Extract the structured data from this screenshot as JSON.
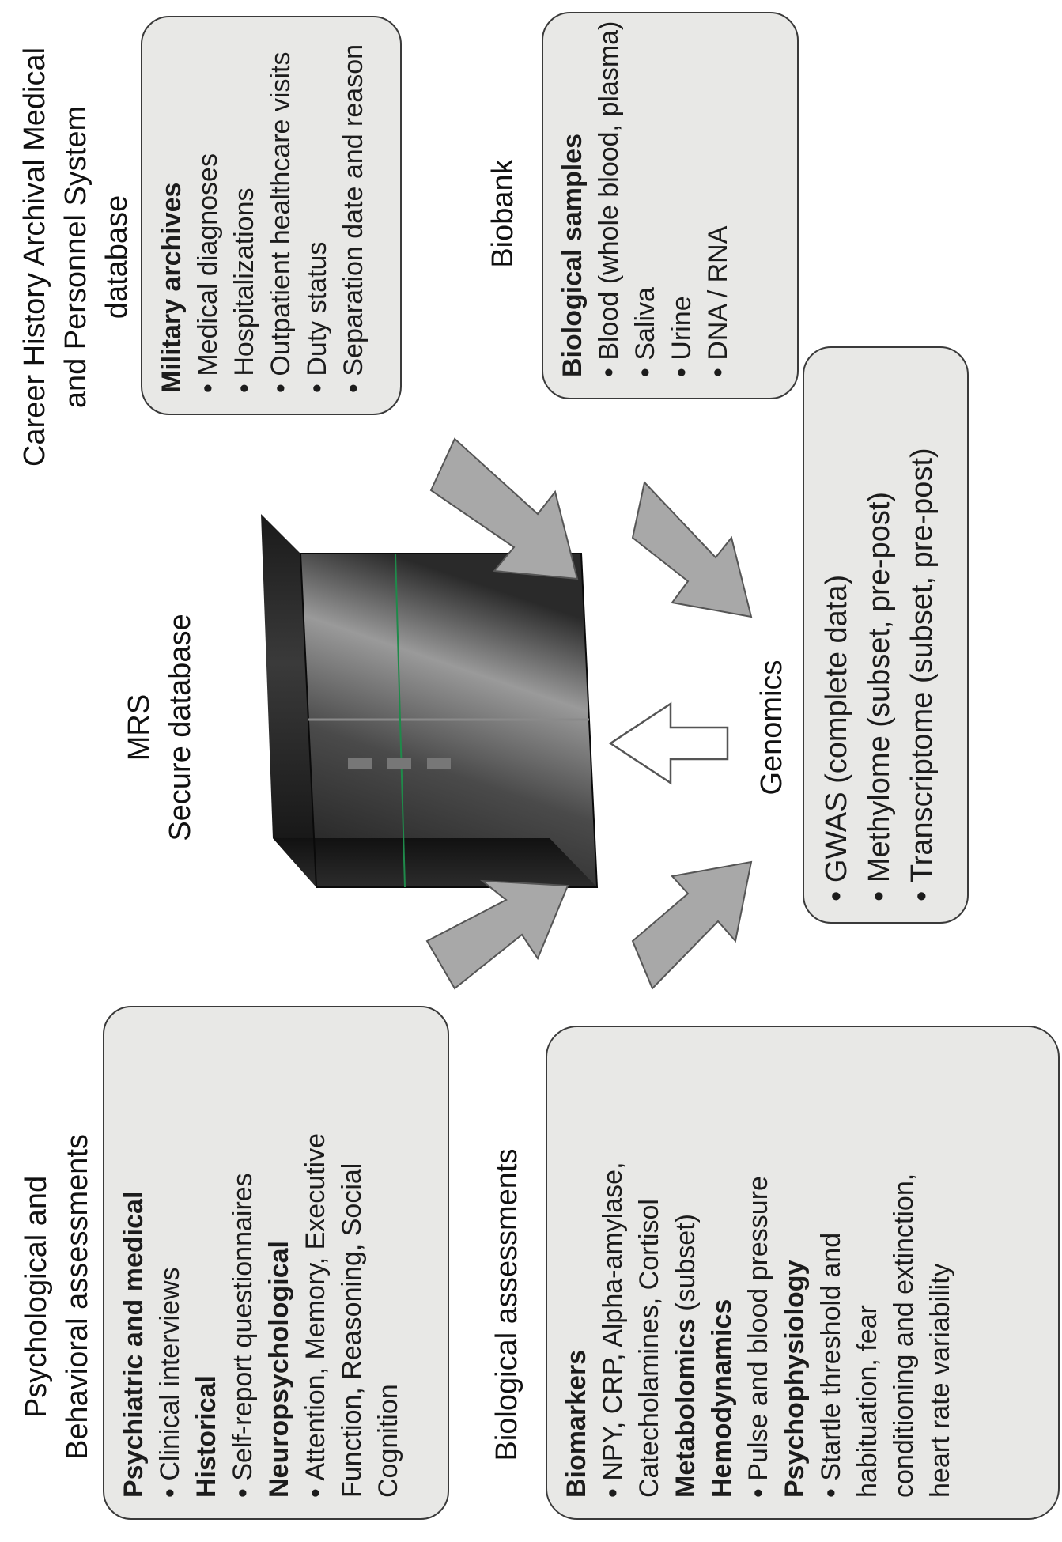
{
  "center": {
    "title": "MRS",
    "subtitle": "Secure database"
  },
  "psych": {
    "heading_line1": "Psychological and",
    "heading_line2": "Behavioral assessments",
    "groups": [
      {
        "title": "Psychiatric and medical",
        "items": [
          "Clinical interviews"
        ]
      },
      {
        "title": "Historical",
        "items": [
          "Self-report questionnaires"
        ]
      },
      {
        "title": "Neuropsychological",
        "items": [
          "Attention, Memory, Executive"
        ],
        "continuation": [
          "Function, Reasoning, Social",
          "Cognition"
        ]
      }
    ]
  },
  "career": {
    "heading_line1": "Career History Archival Medical",
    "heading_line2": "and Personnel System",
    "heading_line3": "database",
    "group_title": "Military archives",
    "items": [
      "Medical diagnoses",
      "Hospitalizations",
      "Outpatient healthcare visits",
      "Duty status",
      "Separation date and reason"
    ]
  },
  "biobank": {
    "heading": "Biobank",
    "group_title": "Biological samples",
    "items": [
      "Blood (whole blood, plasma)",
      "Saliva",
      "Urine",
      "DNA / RNA"
    ]
  },
  "bio": {
    "heading": "Biological assessments",
    "groups": [
      {
        "title": "Biomarkers",
        "item": "NPY, CRP, Alpha-amylase,",
        "cont": "Catecholamines, Cortisol"
      },
      {
        "title": "Metabolomics",
        "title_suffix": " (subset)"
      },
      {
        "title": "Hemodynamics",
        "item": "Pulse and blood pressure"
      },
      {
        "title": "Psychophysiology",
        "item": "Startle threshold and",
        "cont": [
          "habituation, fear",
          "conditioning and extinction,",
          "heart rate variability"
        ]
      }
    ]
  },
  "genomics": {
    "heading": "Genomics",
    "items": [
      "GWAS (complete data)",
      "Methylome (subset, pre-post)",
      "Transcriptome (subset, pre-post)"
    ]
  },
  "colors": {
    "box_fill": "#e8e8e6",
    "arrow_fill": "#a8a8a8",
    "server_dark": "#1e1e1e"
  }
}
